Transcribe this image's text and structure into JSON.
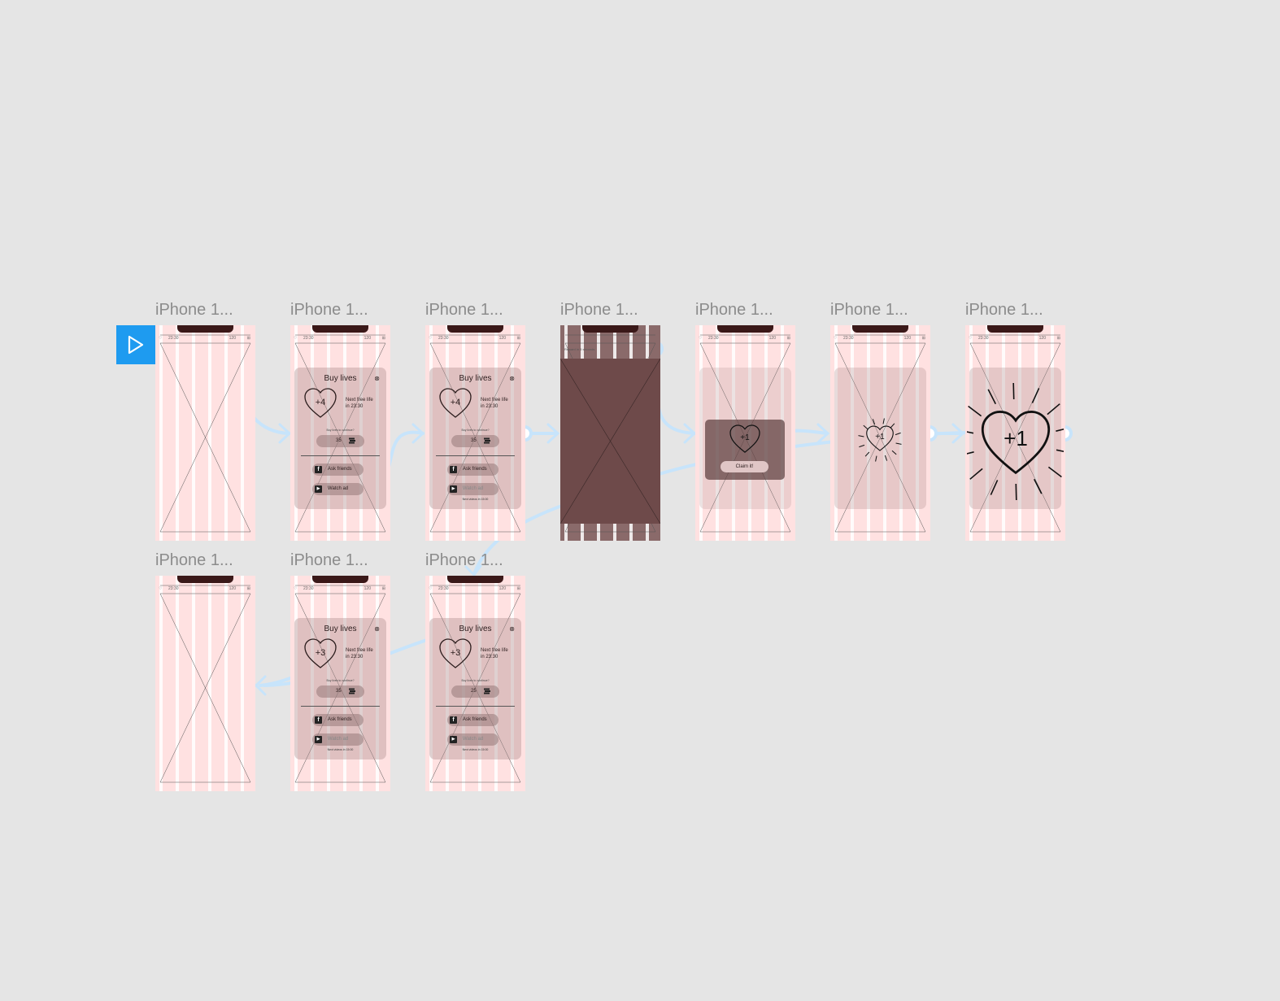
{
  "canvas": {
    "background": "#e5e5e5"
  },
  "frames": [
    {
      "title": "iPhone 1...",
      "time": "23:30",
      "coins": "120",
      "variant": "blank"
    },
    {
      "title": "iPhone 1...",
      "time": "23:30",
      "coins": "120",
      "variant": "buy",
      "heart": "+4",
      "price": "35"
    },
    {
      "title": "iPhone 1...",
      "time": "23:30",
      "coins": "120",
      "variant": "buy-video",
      "heart": "+4",
      "price": "35"
    },
    {
      "title": "iPhone 1...",
      "variant": "ad"
    },
    {
      "title": "iPhone 1...",
      "time": "23:30",
      "coins": "120",
      "variant": "claim"
    },
    {
      "title": "iPhone 1...",
      "time": "23:30",
      "coins": "120",
      "variant": "small-burst"
    },
    {
      "title": "iPhone 1...",
      "time": "23:30",
      "coins": "120",
      "variant": "big-burst"
    },
    {
      "title": "iPhone 1...",
      "time": "23:30",
      "coins": "120",
      "variant": "blank"
    },
    {
      "title": "iPhone 1...",
      "time": "23:30",
      "coins": "120",
      "variant": "buy-video",
      "heart": "+3",
      "price": "35"
    },
    {
      "title": "iPhone 1...",
      "time": "23:30",
      "coins": "120",
      "variant": "buy-video",
      "heart": "+3",
      "price": "25"
    }
  ],
  "modal": {
    "title": "Buy lives",
    "next_free_line1": "Next free life",
    "next_free_line2": "in 23:30",
    "buy_prompt": "Buy lives to continue?",
    "ask_friends": "Ask friends",
    "watch_ad": "Watch ad",
    "next_videos": "Next videos in 15:00"
  },
  "ad": {
    "reward_text": "Reward in 5 seconds"
  },
  "claim": {
    "heart": "+1",
    "button": "Claim it!"
  },
  "burst": {
    "heart": "+1"
  },
  "prototype": {
    "flow_color": "#c7e4fb",
    "start_color": "#1e9bf0"
  }
}
